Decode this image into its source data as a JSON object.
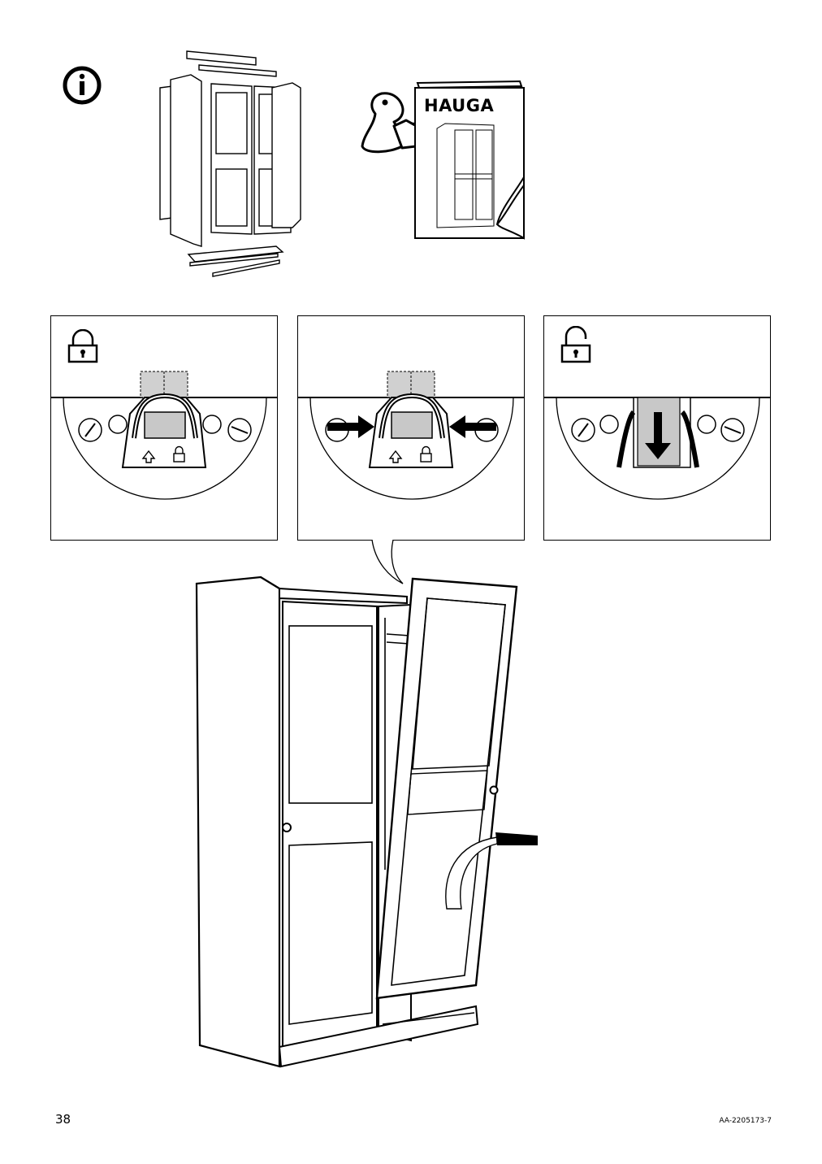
{
  "page": {
    "number": "38",
    "doc_code": "AA-2205173-7"
  },
  "info_section": {
    "icon": "info-icon",
    "booklet": {
      "title": "HAUGA",
      "character_icon": "person-reading-icon"
    },
    "exploded_view_icon": "wardrobe-parts-exploded-icon"
  },
  "lock_steps": [
    {
      "state_icon": "padlock-locked-icon",
      "action": "locked"
    },
    {
      "state_icon": "none",
      "action": "squeeze-arrows"
    },
    {
      "state_icon": "padlock-unlocked-icon",
      "action": "pull-down"
    }
  ],
  "main_illustration": {
    "subject": "wardrobe-with-door-being-removed",
    "arrow_icon": "curved-arrow-icon"
  }
}
